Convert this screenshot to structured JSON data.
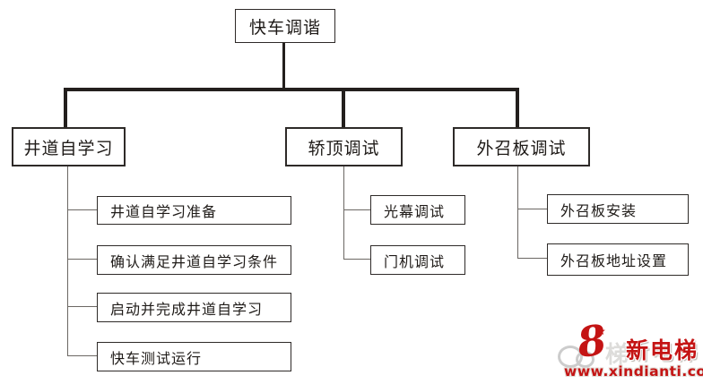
{
  "colors": {
    "background": "#ffffff",
    "box_border": "#2e2a28",
    "text": "#1f1b18",
    "trunk_line": "#231f1d",
    "child_line": "#6b6763",
    "brand_red": "#c41414",
    "ghost_gray": "#cccccc"
  },
  "diagram": {
    "type": "tree-flowchart",
    "root": {
      "label": "快车调谐"
    },
    "branches": [
      {
        "label": "井道自学习",
        "children": [
          "井道自学习准备",
          "确认满足井道自学习条件",
          "启动并完成井道自学习",
          "快车测试运行"
        ]
      },
      {
        "label": "轿顶调试",
        "children": [
          "光幕调试",
          "门机调试"
        ]
      },
      {
        "label": "外召板调试",
        "children": [
          "外召板安装",
          "外召板地址设置"
        ]
      }
    ]
  },
  "watermark": {
    "figure_eight": "8",
    "star": "★",
    "ghost_glyph": "梯",
    "brand": "新电梯",
    "url": "www.xindianti.com"
  }
}
